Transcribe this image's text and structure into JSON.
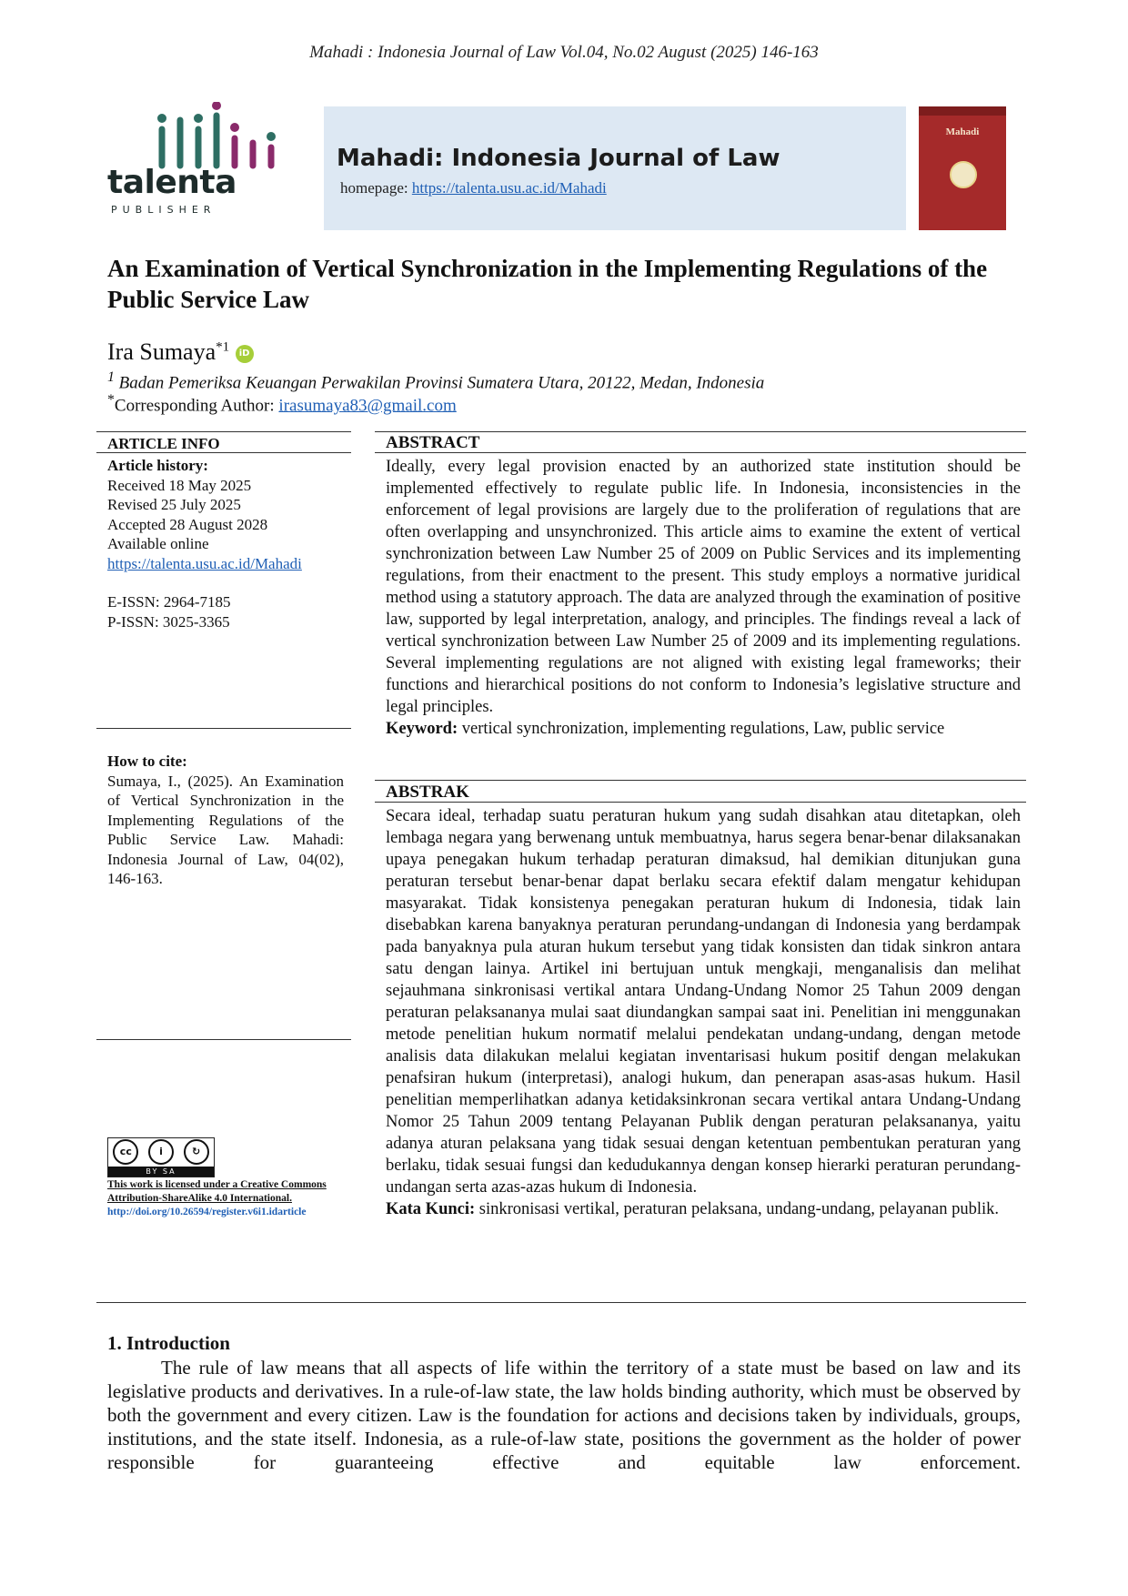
{
  "running_head": "Mahadi : Indonesia Journal of Law Vol.04, No.02 August  (2025) 146-163",
  "publisher": {
    "word": "talenta",
    "sub": "PUBLISHER"
  },
  "journal": {
    "name": "Mahadi: Indonesia Journal of Law",
    "homepage_label": "homepage:",
    "homepage_url": "https://talenta.usu.ac.id/Mahadi",
    "cover_title": "Mahadi"
  },
  "article": {
    "title": "An Examination of Vertical Synchronization in the Implementing Regulations of the Public Service Law",
    "author": "Ira Sumaya",
    "author_sup": "*1",
    "affiliation_sup": "1",
    "affiliation": "Badan Pemeriksa Keuangan Perwakilan Provinsi Sumatera Utara, 20122, Medan, Indonesia",
    "corr_sup": "*",
    "corr_label": "Corresponding Author:",
    "corr_email": "irasumaya83@gmail.com"
  },
  "article_info": {
    "heading": "ARTICLE   INFO",
    "history_heading": "Article history:",
    "received": "Received 18 May 2025",
    "revised": "Revised  25 July 2025",
    "accepted": "Accepted 28 August 2028",
    "available": "Available online",
    "url": "https://talenta.usu.ac.id/Mahadi",
    "eissn": "E-ISSN: 2964-7185",
    "pissn": "P-ISSN: 3025-3365"
  },
  "how_to_cite": {
    "heading": "How to cite:",
    "text": "Sumaya, I., (2025). An Examination of Vertical Synchronization in the Implementing Regulations of the Public Service Law. Mahadi: Indonesia Journal of Law, 04(02), 146-163."
  },
  "license": {
    "badge": "BY   SA",
    "text": "This work is licensed under a Creative Commons Attribution-ShareAlike 4.0 International.",
    "doi": "http://doi.org/10.26594/register.v6i1.idarticle"
  },
  "abstract": {
    "heading": "ABSTRACT",
    "text": "Ideally, every legal provision enacted by an authorized state institution should be implemented effectively to regulate public life. In Indonesia, inconsistencies in the enforcement of legal provisions are largely due to the proliferation of regulations that are often overlapping and unsynchronized. This article aims to examine the extent of vertical synchronization between Law Number 25 of 2009 on Public Services and its implementing regulations, from their enactment to the present. This study employs a normative juridical method using a statutory approach. The data are analyzed through the examination of positive law, supported by legal interpretation, analogy, and principles. The findings reveal a lack of vertical synchronization between Law Number 25 of 2009 and its implementing regulations. Several implementing regulations are not aligned with existing legal frameworks; their functions and hierarchical positions do not conform to Indonesia’s legislative structure and legal principles.",
    "keyword_label": "Keyword:",
    "keywords": "vertical synchronization, implementing regulations, Law, public service"
  },
  "abstrak": {
    "heading": "ABSTRAK",
    "text": "Secara ideal, terhadap suatu peraturan hukum yang sudah disahkan atau ditetapkan, oleh lembaga negara yang berwenang untuk membuatnya, harus segera benar-benar dilaksanakan upaya penegakan hukum terhadap peraturan dimaksud, hal demikian ditunjukan guna peraturan tersebut benar-benar dapat berlaku secara efektif dalam mengatur kehidupan masyarakat. Tidak konsistenya penegakan peraturan hukum di Indonesia, tidak lain disebabkan karena banyaknya peraturan perundang-undangan di Indonesia yang berdampak pada banyaknya pula aturan hukum tersebut yang tidak konsisten dan tidak sinkron antara satu dengan lainya. Artikel ini bertujuan untuk mengkaji, menganalisis dan melihat sejauhmana sinkronisasi vertikal antara Undang-Undang Nomor 25 Tahun 2009 dengan peraturan pelaksananya mulai saat diundangkan sampai saat ini. Penelitian ini menggunakan metode penelitian hukum normatif melalui pendekatan undang-undang, dengan metode analisis data dilakukan melalui kegiatan inventarisasi hukum positif dengan melakukan penafsiran hukum (interpretasi), analogi hukum, dan penerapan asas-asas hukum. Hasil penelitian memperlihatkan adanya ketidaksinkronan secara vertikal antara Undang-Undang Nomor 25 Tahun 2009 tentang Pelayanan Publik dengan peraturan pelaksananya, yaitu adanya aturan pelaksana yang tidak sesuai dengan ketentuan pembentukan peraturan yang berlaku, tidak sesuai fungsi dan kedudukannya dengan konsep hierarki peraturan perundang-undangan serta azas-azas hukum di Indonesia.",
    "keyword_label": "Kata Kunci:",
    "keywords": "sinkronisasi vertikal, peraturan pelaksana, undang-undang, pelayanan publik."
  },
  "introduction": {
    "heading": "1. Introduction",
    "text": "The rule of law means that all aspects of life within the territory of a state must be based on law and its legislative products and derivatives. In a rule-of-law state, the law holds binding authority, which must be observed by both the government and every citizen. Law is the foundation for actions and decisions taken by individuals, groups, institutions, and the state itself. Indonesia, as a rule-of-law state, positions the government as the holder of power responsible for guaranteeing effective and equitable law enforcement."
  }
}
